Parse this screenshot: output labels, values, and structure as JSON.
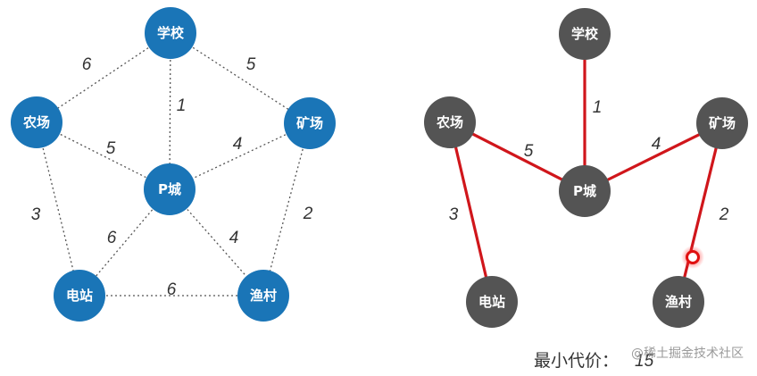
{
  "colors": {
    "left_node": "#1a75b7",
    "right_node": "#545454",
    "mst_edge": "#d0161b",
    "dotted_edge": "#555555"
  },
  "left_graph": {
    "nodes": {
      "school": "学校",
      "farm": "农场",
      "city": "P城",
      "mine": "矿场",
      "power": "电站",
      "fishing": "渔村"
    },
    "edge_weights": {
      "school_farm": "6",
      "school_mine": "5",
      "school_city": "1",
      "farm_city": "5",
      "mine_city": "4",
      "farm_power": "3",
      "mine_fishing": "2",
      "city_power": "6",
      "city_fishing": "4",
      "power_fishing": "6"
    }
  },
  "right_graph": {
    "nodes": {
      "school": "学校",
      "farm": "农场",
      "city": "P城",
      "mine": "矿场",
      "power": "电站",
      "fishing": "渔村"
    },
    "edge_weights": {
      "school_city": "1",
      "farm_city": "5",
      "mine_city": "4",
      "farm_power": "3",
      "mine_fishing": "2"
    }
  },
  "cost_label": "最小代价：",
  "cost_value": "15",
  "watermark": "@稀土掘金技术社区"
}
